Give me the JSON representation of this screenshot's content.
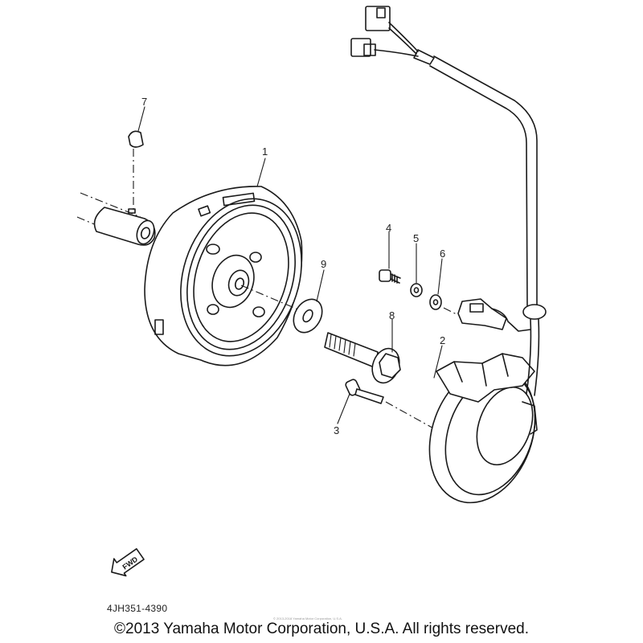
{
  "diagram": {
    "title": "Generator",
    "callouts": [
      {
        "id": "1",
        "label": "1",
        "part": "rotor-assembly"
      },
      {
        "id": "2",
        "label": "2",
        "part": "stator-assembly"
      },
      {
        "id": "3",
        "label": "3",
        "part": "screw"
      },
      {
        "id": "4",
        "label": "4",
        "part": "screw"
      },
      {
        "id": "5",
        "label": "5",
        "part": "lock-washer"
      },
      {
        "id": "6",
        "label": "6",
        "part": "washer"
      },
      {
        "id": "7",
        "label": "7",
        "part": "woodruff-key"
      },
      {
        "id": "8",
        "label": "8",
        "part": "bolt"
      },
      {
        "id": "9",
        "label": "9",
        "part": "washer"
      }
    ],
    "fwd_arrow_label": "FWD",
    "part_code": "4JH351-4390",
    "copyright": "©2013 Yamaha Motor Corporation, U.S.A. All rights reserved.",
    "watermark": "© 2013-2018 Yamaha Motor Corporation, U.S.A."
  },
  "colors": {
    "ink": "#1a1a1a",
    "background": "#ffffff"
  }
}
